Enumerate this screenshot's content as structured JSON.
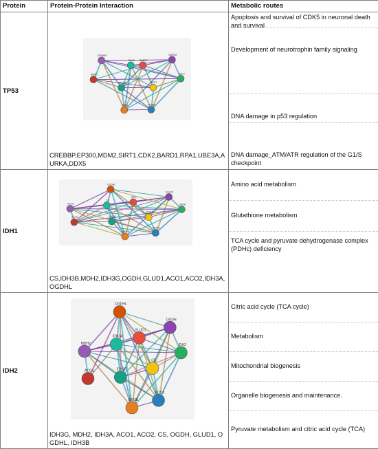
{
  "headers": {
    "protein": "Protein",
    "ppi": "Protein-Protein Interaction",
    "routes": "Metabolic routes"
  },
  "rows": [
    {
      "protein": "TP53",
      "partners": "CREBBP,EP300,MDM2,SIRT1,CDK2,BARD1,RPA1,UBE3A,AURKA,DDX5",
      "routes": [
        "Apoptosis and survival of CDK5 in neuronal death and survival",
        "Development of neurotrophin family signaling",
        "DNA damage in p53 regulation",
        "DNA damage_ATM/ATR regulation of the G1/S checkpoint"
      ]
    },
    {
      "protein": "IDH1",
      "partners": "CS,IDH3B,MDH2,IDH3G,OGDH,GLUD1,ACO1,ACO2,IDH3A,OGDHL",
      "routes": [
        "Amino acid metabolism",
        "Glutathione metabolism",
        "TCA cycle and pyruvate dehydrogenase complex (PDHc) deficiency"
      ]
    },
    {
      "protein": "IDH2",
      "partners": "IDH3G, MDH2, IDH3A, ACO1, ACO2, CS, OGDH, GLUD1, OGDHL, IDH3B",
      "routes": [
        "Citric acid cycle (TCA cycle)",
        "Metabolism",
        "Mitochondrial biogenesis",
        "Organelle biogenesis and maintenance.",
        "Pyruvate metabolism and citric acid cycle (TCA)"
      ]
    }
  ],
  "networks": {
    "tp53": {
      "labels": [
        "BARD1",
        "AURKA",
        "CDK2",
        "SIRT1",
        "EP300",
        "RPA1",
        "UBE3A",
        "MDM2",
        "CREBBP",
        "DDX5"
      ]
    },
    "idh1": {
      "labels": [
        "IDH1",
        "GLUD1",
        "OGDH",
        "IDH3A",
        "MDH2",
        "IDH3B",
        "IDH3G",
        "ACO2",
        "ACO1",
        "CS",
        "OGDHL"
      ]
    },
    "idh2": {
      "labels": [
        "GLUD1",
        "OGDH",
        "IDH2",
        "CS",
        "ACO2",
        "IDH3B",
        "IDH3G",
        "ACO1",
        "MDH2",
        "IDH3A",
        "OGDHL"
      ]
    },
    "node_colors": [
      "#e74c3c",
      "#8e44ad",
      "#27ae60",
      "#f1c40f",
      "#2980b9",
      "#e67e22",
      "#16a085",
      "#c0392b",
      "#9b59b6",
      "#1abc9c",
      "#d35400",
      "#7fb3d5"
    ],
    "edge_colors": [
      "#2ecc71",
      "#e84393",
      "#3b3b98",
      "#9b59b6",
      "#00b894",
      "#f39c12",
      "#636e72",
      "#0984e3"
    ]
  }
}
